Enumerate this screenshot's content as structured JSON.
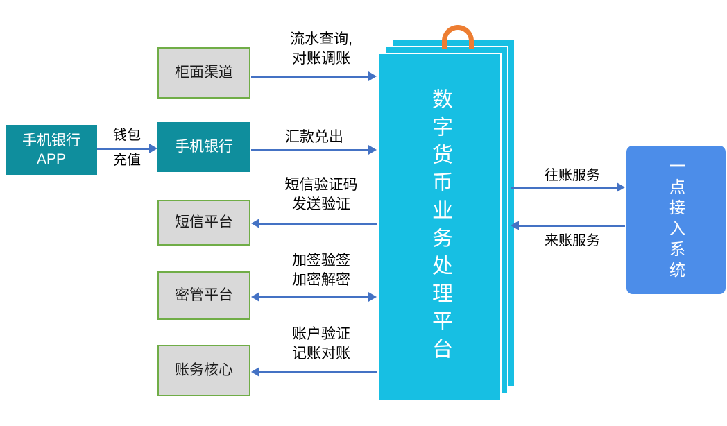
{
  "colors": {
    "teal_box": "#0F8E9D",
    "gray_fill": "#D9D9D9",
    "green_border": "#70AD47",
    "platform_cyan": "#17BFE3",
    "access_blue": "#4C8DE9",
    "arrow_blue": "#4472C4",
    "clip_orange": "#ED7D31"
  },
  "nodes": {
    "app": "手机银行\nAPP",
    "counter": "柜面渠道",
    "mobile": "手机银行",
    "sms": "短信平台",
    "crypto": "密管平台",
    "accounting": "账务核心",
    "platform": "数字货币业务处理平台",
    "access": "一点接入系统"
  },
  "flows": {
    "wallet_line1": "钱包",
    "wallet_line2": "充值",
    "counter_flow": "流水查询,\n对账调账",
    "mobile_flow": "汇款兑出",
    "sms_flow": "短信验证码\n发送验证",
    "crypto_flow": "加签验签\n加密解密",
    "accounting_flow": "账户验证\n记账对账",
    "outgoing": "往账服务",
    "incoming": "来账服务"
  }
}
